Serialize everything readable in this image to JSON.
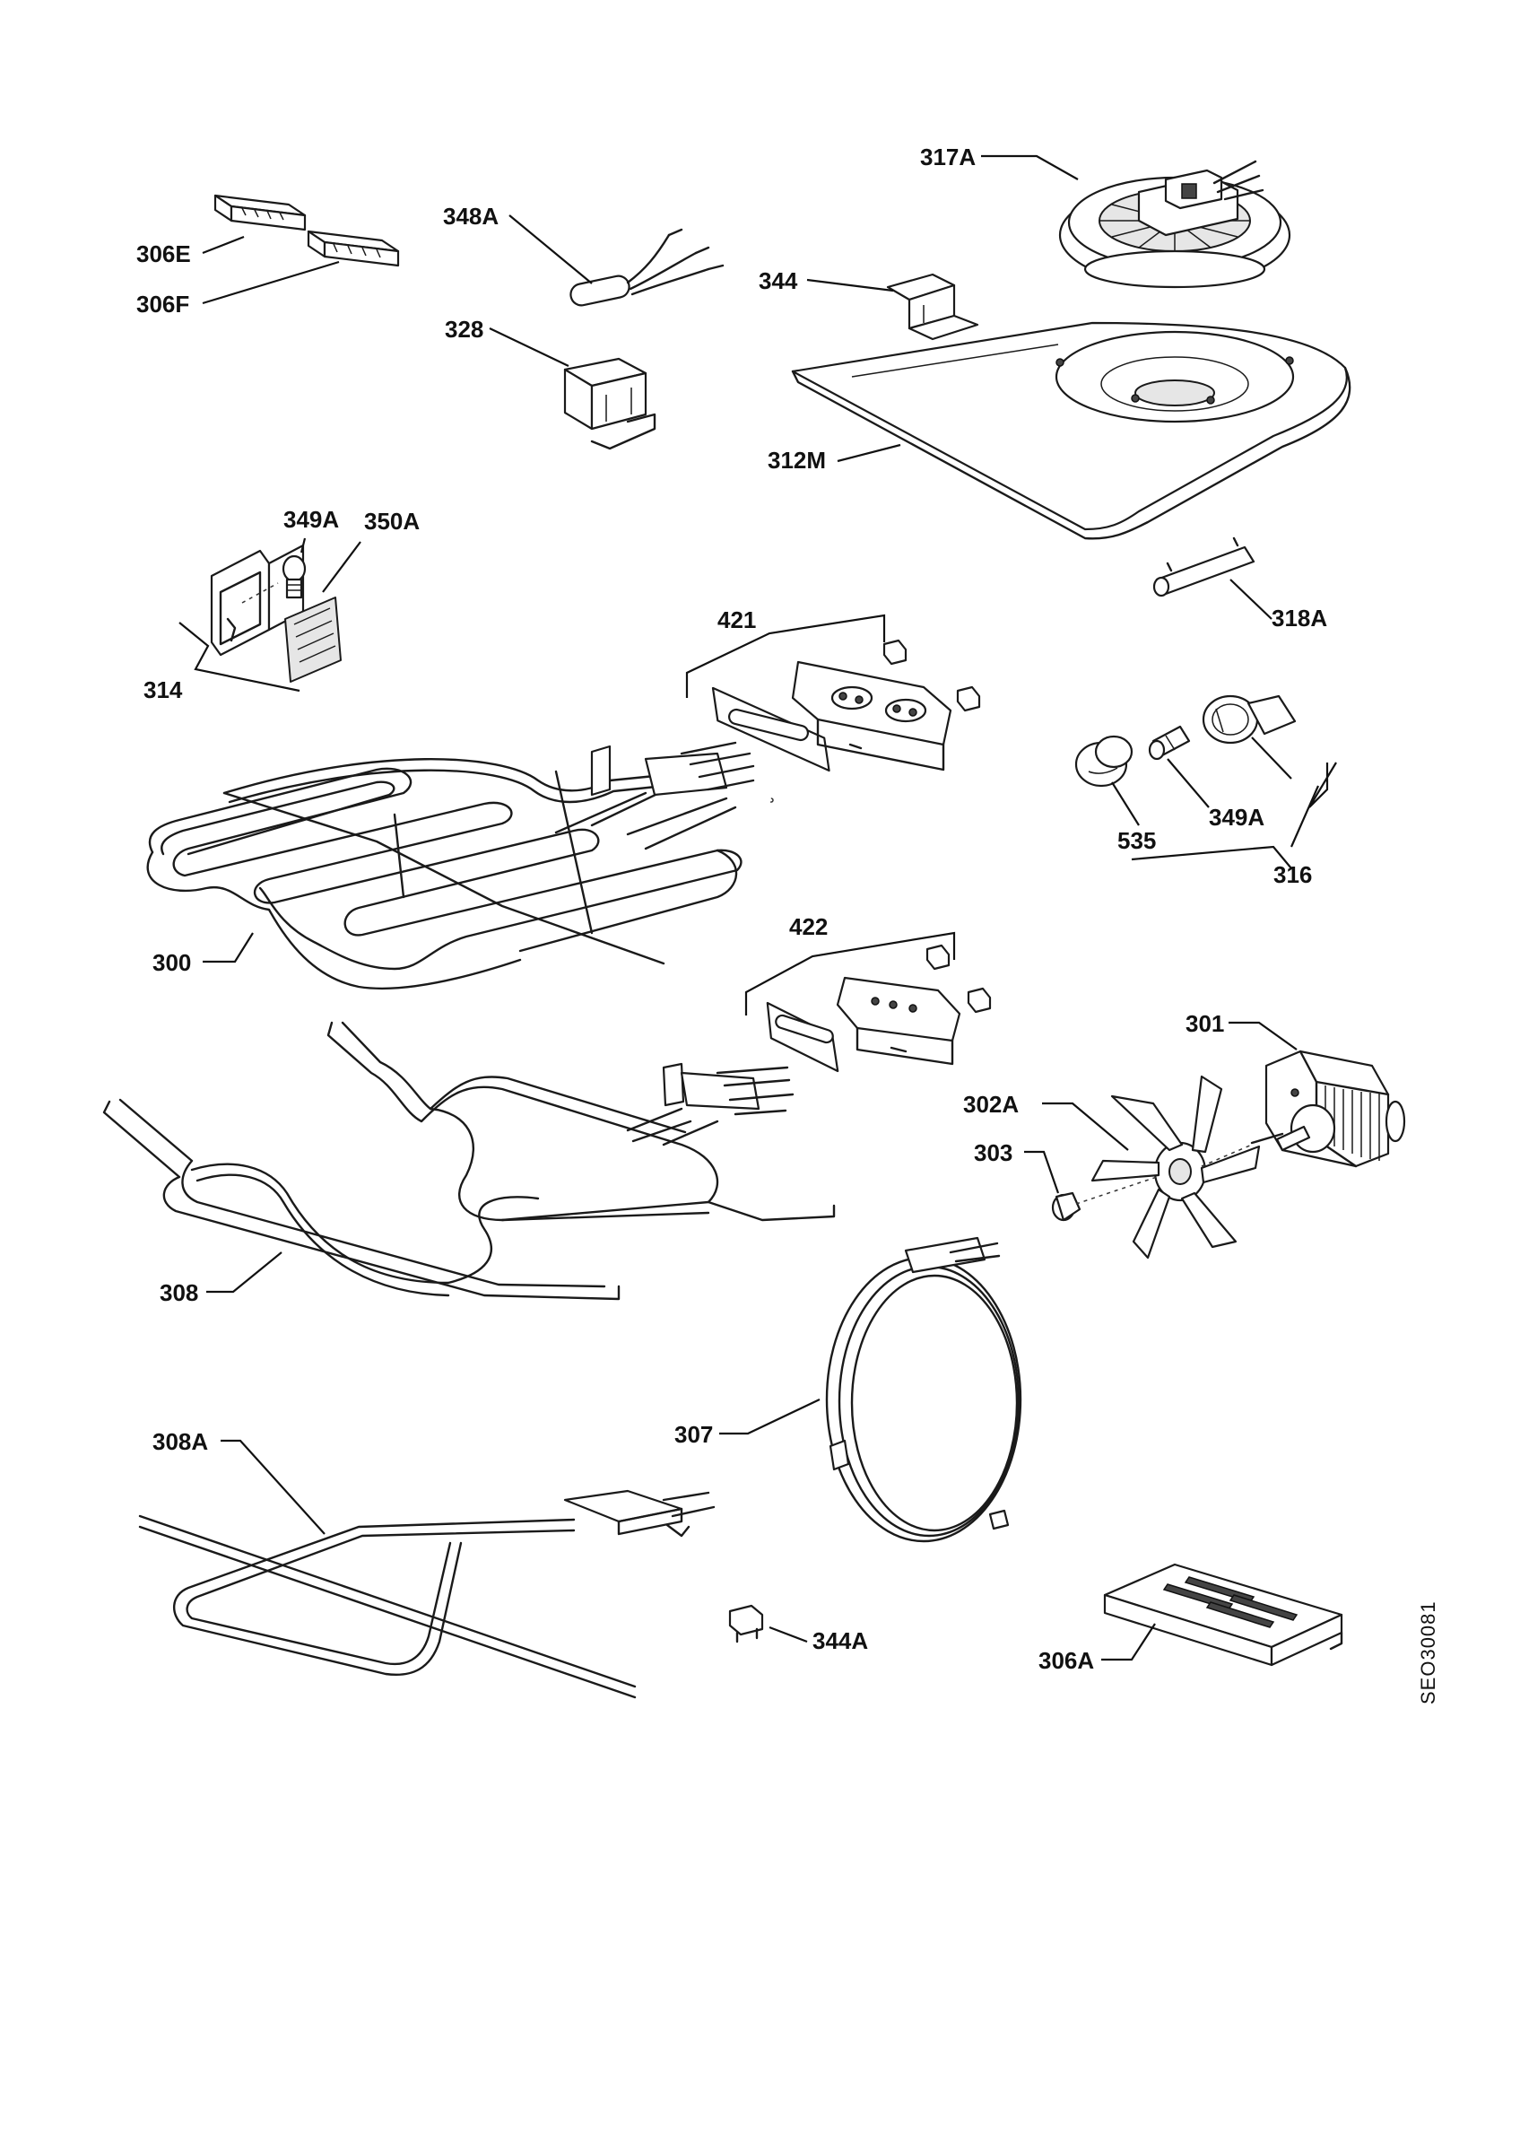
{
  "diagram_code": "SEO30081",
  "parts": {
    "p317A": "317A",
    "p348A": "348A",
    "p306E": "306E",
    "p306F": "306F",
    "p344": "344",
    "p328": "328",
    "p312M": "312M",
    "p349A_top": "349A",
    "p350A": "350A",
    "p318A": "318A",
    "p314": "314",
    "p421": "421",
    "p535": "535",
    "p349A_right": "349A",
    "p316": "316",
    "p300": "300",
    "p422": "422",
    "p301": "301",
    "p302A": "302A",
    "p303": "303",
    "p308": "308",
    "p307": "307",
    "p308A": "308A",
    "p344A": "344A",
    "p306A": "306A"
  }
}
